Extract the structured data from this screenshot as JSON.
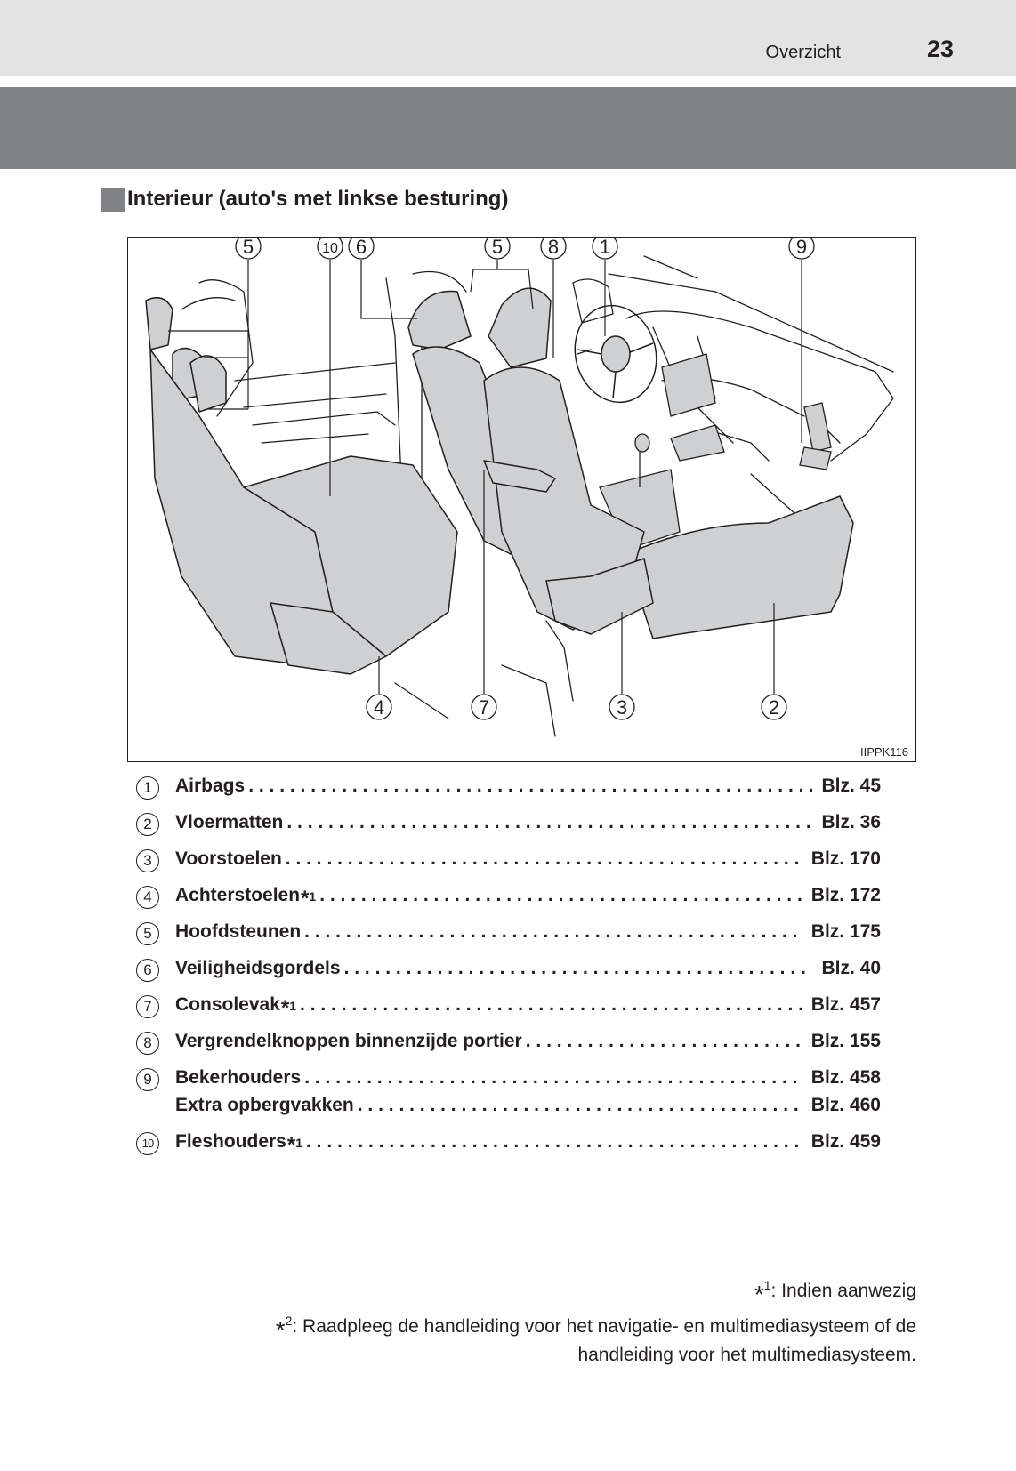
{
  "header": {
    "section": "Overzicht",
    "page_number": "23"
  },
  "heading": "Interieur (auto's met linkse besturing)",
  "figure": {
    "code": "IIPPK116",
    "callouts_top": [
      "5",
      "10",
      "6",
      "5",
      "8",
      "1",
      "9"
    ],
    "callouts_bottom": [
      "4",
      "7",
      "3",
      "2"
    ]
  },
  "items": [
    {
      "num": "1",
      "label": "Airbags",
      "sup": "",
      "page": "Blz. 45"
    },
    {
      "num": "2",
      "label": "Vloermatten",
      "sup": "",
      "page": "Blz. 36"
    },
    {
      "num": "3",
      "label": "Voorstoelen",
      "sup": "",
      "page": "Blz. 170"
    },
    {
      "num": "4",
      "label": "Achterstoelen",
      "sup": "1",
      "page": "Blz. 172"
    },
    {
      "num": "5",
      "label": "Hoofdsteunen",
      "sup": "",
      "page": "Blz. 175"
    },
    {
      "num": "6",
      "label": "Veiligheidsgordels",
      "sup": "",
      "page": "Blz. 40"
    },
    {
      "num": "7",
      "label": "Consolevak",
      "sup": "1",
      "page": "Blz. 457"
    },
    {
      "num": "8",
      "label": "Vergrendelknoppen binnenzijde portier",
      "sup": "",
      "page": "Blz. 155"
    },
    {
      "num": "9",
      "label": "Bekerhouders",
      "sup": "",
      "page": "Blz. 458"
    },
    {
      "num": "",
      "label": "Extra opbergvakken",
      "sup": "",
      "page": "Blz. 460"
    },
    {
      "num": "10",
      "label": "Fleshouders",
      "sup": "1",
      "page": "Blz. 459"
    }
  ],
  "footnotes": [
    {
      "mark": "*",
      "num": "1",
      "text": ": Indien aanwezig"
    },
    {
      "mark": "*",
      "num": "2",
      "text": ": Raadpleeg de handleiding voor het navigatie- en multimediasysteem of de",
      "text2": "handleiding voor het multimediasysteem."
    }
  ]
}
